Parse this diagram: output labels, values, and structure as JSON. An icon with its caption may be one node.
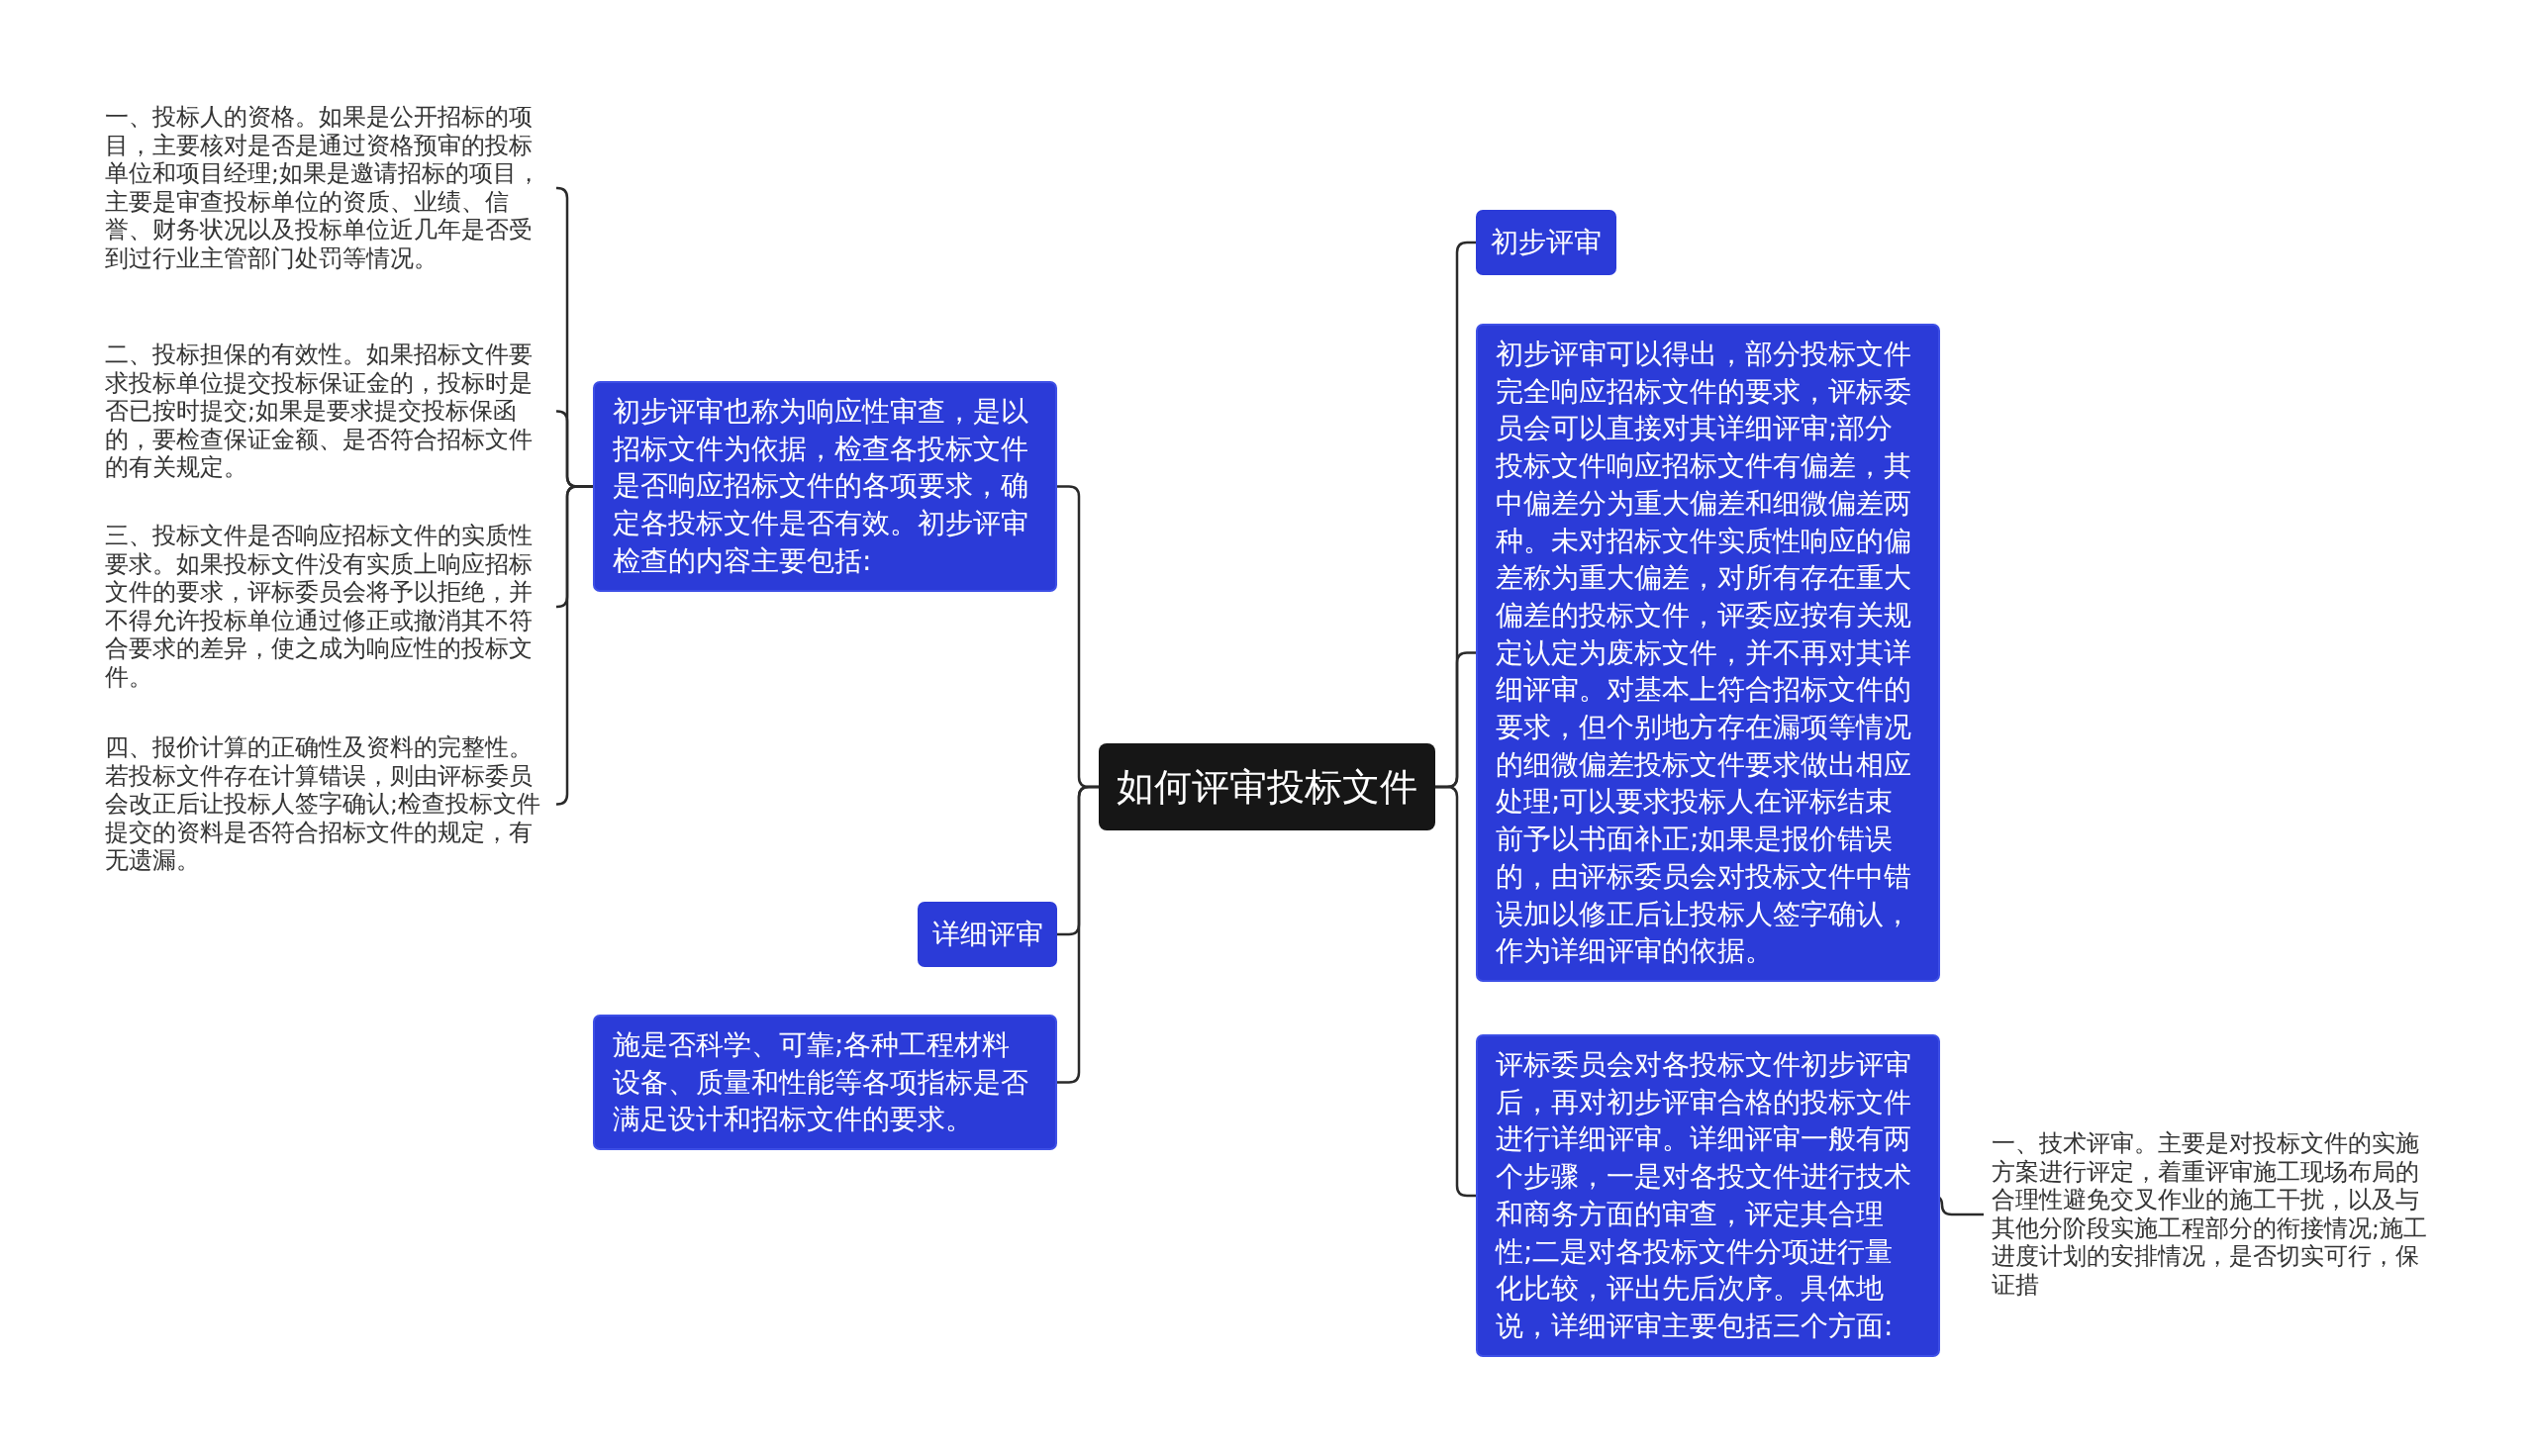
{
  "diagram": {
    "nodes": [
      {
        "text": [
          "如何评审投标文件"
        ]
      },
      {
        "text": [
          "初步评审也称为响应性审查，是以招标文件为依据，检查各投标文件是否响应招标文件的各项要求，确定各投标文件是否有效。初步评审检查的内容主要包括:"
        ]
      },
      {
        "text": [
          "一、投标人的资格。如果是公开招标的项目，主要核对是否是通过资格预审的投标单位和项目经理;如果是邀请招标的项目，主要是审查投标单位的资质、业绩、信誉、财务状况以及投标单位近几年是否受到过行业主管部门处罚等情况。"
        ]
      },
      {
        "text": [
          "二、投标担保的有效性。如果招标文件要求投标单位提交投标保证金的，投标时是否已按时提交;如果是要求提交投标保函的，要检查保证金额、是否符合招标文件的有关规定。"
        ]
      },
      {
        "text": [
          "三、投标文件是否响应招标文件的实质性要求。如果投标文件没有实质上响应招标文件的要求，评标委员会将予以拒绝，并不得允许投标单位通过修正或撤消其不符合要求的差异，使之成为响应性的投标文件。"
        ]
      },
      {
        "text": [
          "四、报价计算的正确性及资料的完整性。若投标文件存在计算错误，则由评标委员会改正后让投标人签字确认;检查投标文件提交的资料是否符合招标文件的规定，有无遗漏。"
        ]
      },
      {
        "text": [
          "详细评审"
        ]
      },
      {
        "text": [
          "施是否科学、可靠;各种工程材料设备、质量和性能等各项指标是否满足设计和招标文件的要求。"
        ]
      },
      {
        "text": [
          "初步评审"
        ]
      },
      {
        "text": [
          "初步评审可以得出，部分投标文件完全响应招标文件的要求，评标委员会可以直接对其详细评审;部分投标文件响应招标文件有偏差，其中偏差分为重大偏差和细微偏差两种。未对招标文件实质性响应的偏差称为重大偏差，对所有存在重大偏差的投标文件，评委应按有关规定认定为废标文件，并不再对其详细评审。对基本上符合招标文件的要求，但个别地方存在漏项等情况的细微偏差投标文件要求做出相应处理;可以要求投标人在评标结束前予以书面补正;如果是报价错误的，由评标委员会对投标文件中错误加以修正后让投标人签字确认，作为详细评审的依据。"
        ]
      },
      {
        "text": [
          "评标委员会对各投标文件初步评审后，再对初步评审合格的投标文件进行详细评审。详细评审一般有两个步骤，一是对各投文件进行技术和商务方面的审查，评定其合理性;二是对各投标文件分项进行量化比较，评出先后次序。具体地说，详细评审主要包括三个方面:"
        ]
      },
      {
        "text": [
          "一、技术评审。主要是对投标文件的实施方案进行评定，着重评审施工现场布局的合理性避免交叉作业的施工干扰，以及与其他分阶段实施工程部分的衔接情况;施工进度计划的安排情况，是否切实可行，保证措"
        ]
      }
    ],
    "edges": [
      {
        "from": 0,
        "to": 1,
        "arrow": "none"
      },
      {
        "from": 1,
        "to": 2,
        "arrow": "none"
      },
      {
        "from": 1,
        "to": 3,
        "arrow": "none"
      },
      {
        "from": 1,
        "to": 4,
        "arrow": "none"
      },
      {
        "from": 1,
        "to": 5,
        "arrow": "none"
      },
      {
        "from": 0,
        "to": 6,
        "arrow": "none"
      },
      {
        "from": 0,
        "to": 7,
        "arrow": "none"
      },
      {
        "from": 0,
        "to": 8,
        "arrow": "none"
      },
      {
        "from": 0,
        "to": 9,
        "arrow": "none"
      },
      {
        "from": 0,
        "to": 10,
        "arrow": "none"
      },
      {
        "from": 10,
        "to": 11,
        "arrow": "none"
      }
    ]
  }
}
